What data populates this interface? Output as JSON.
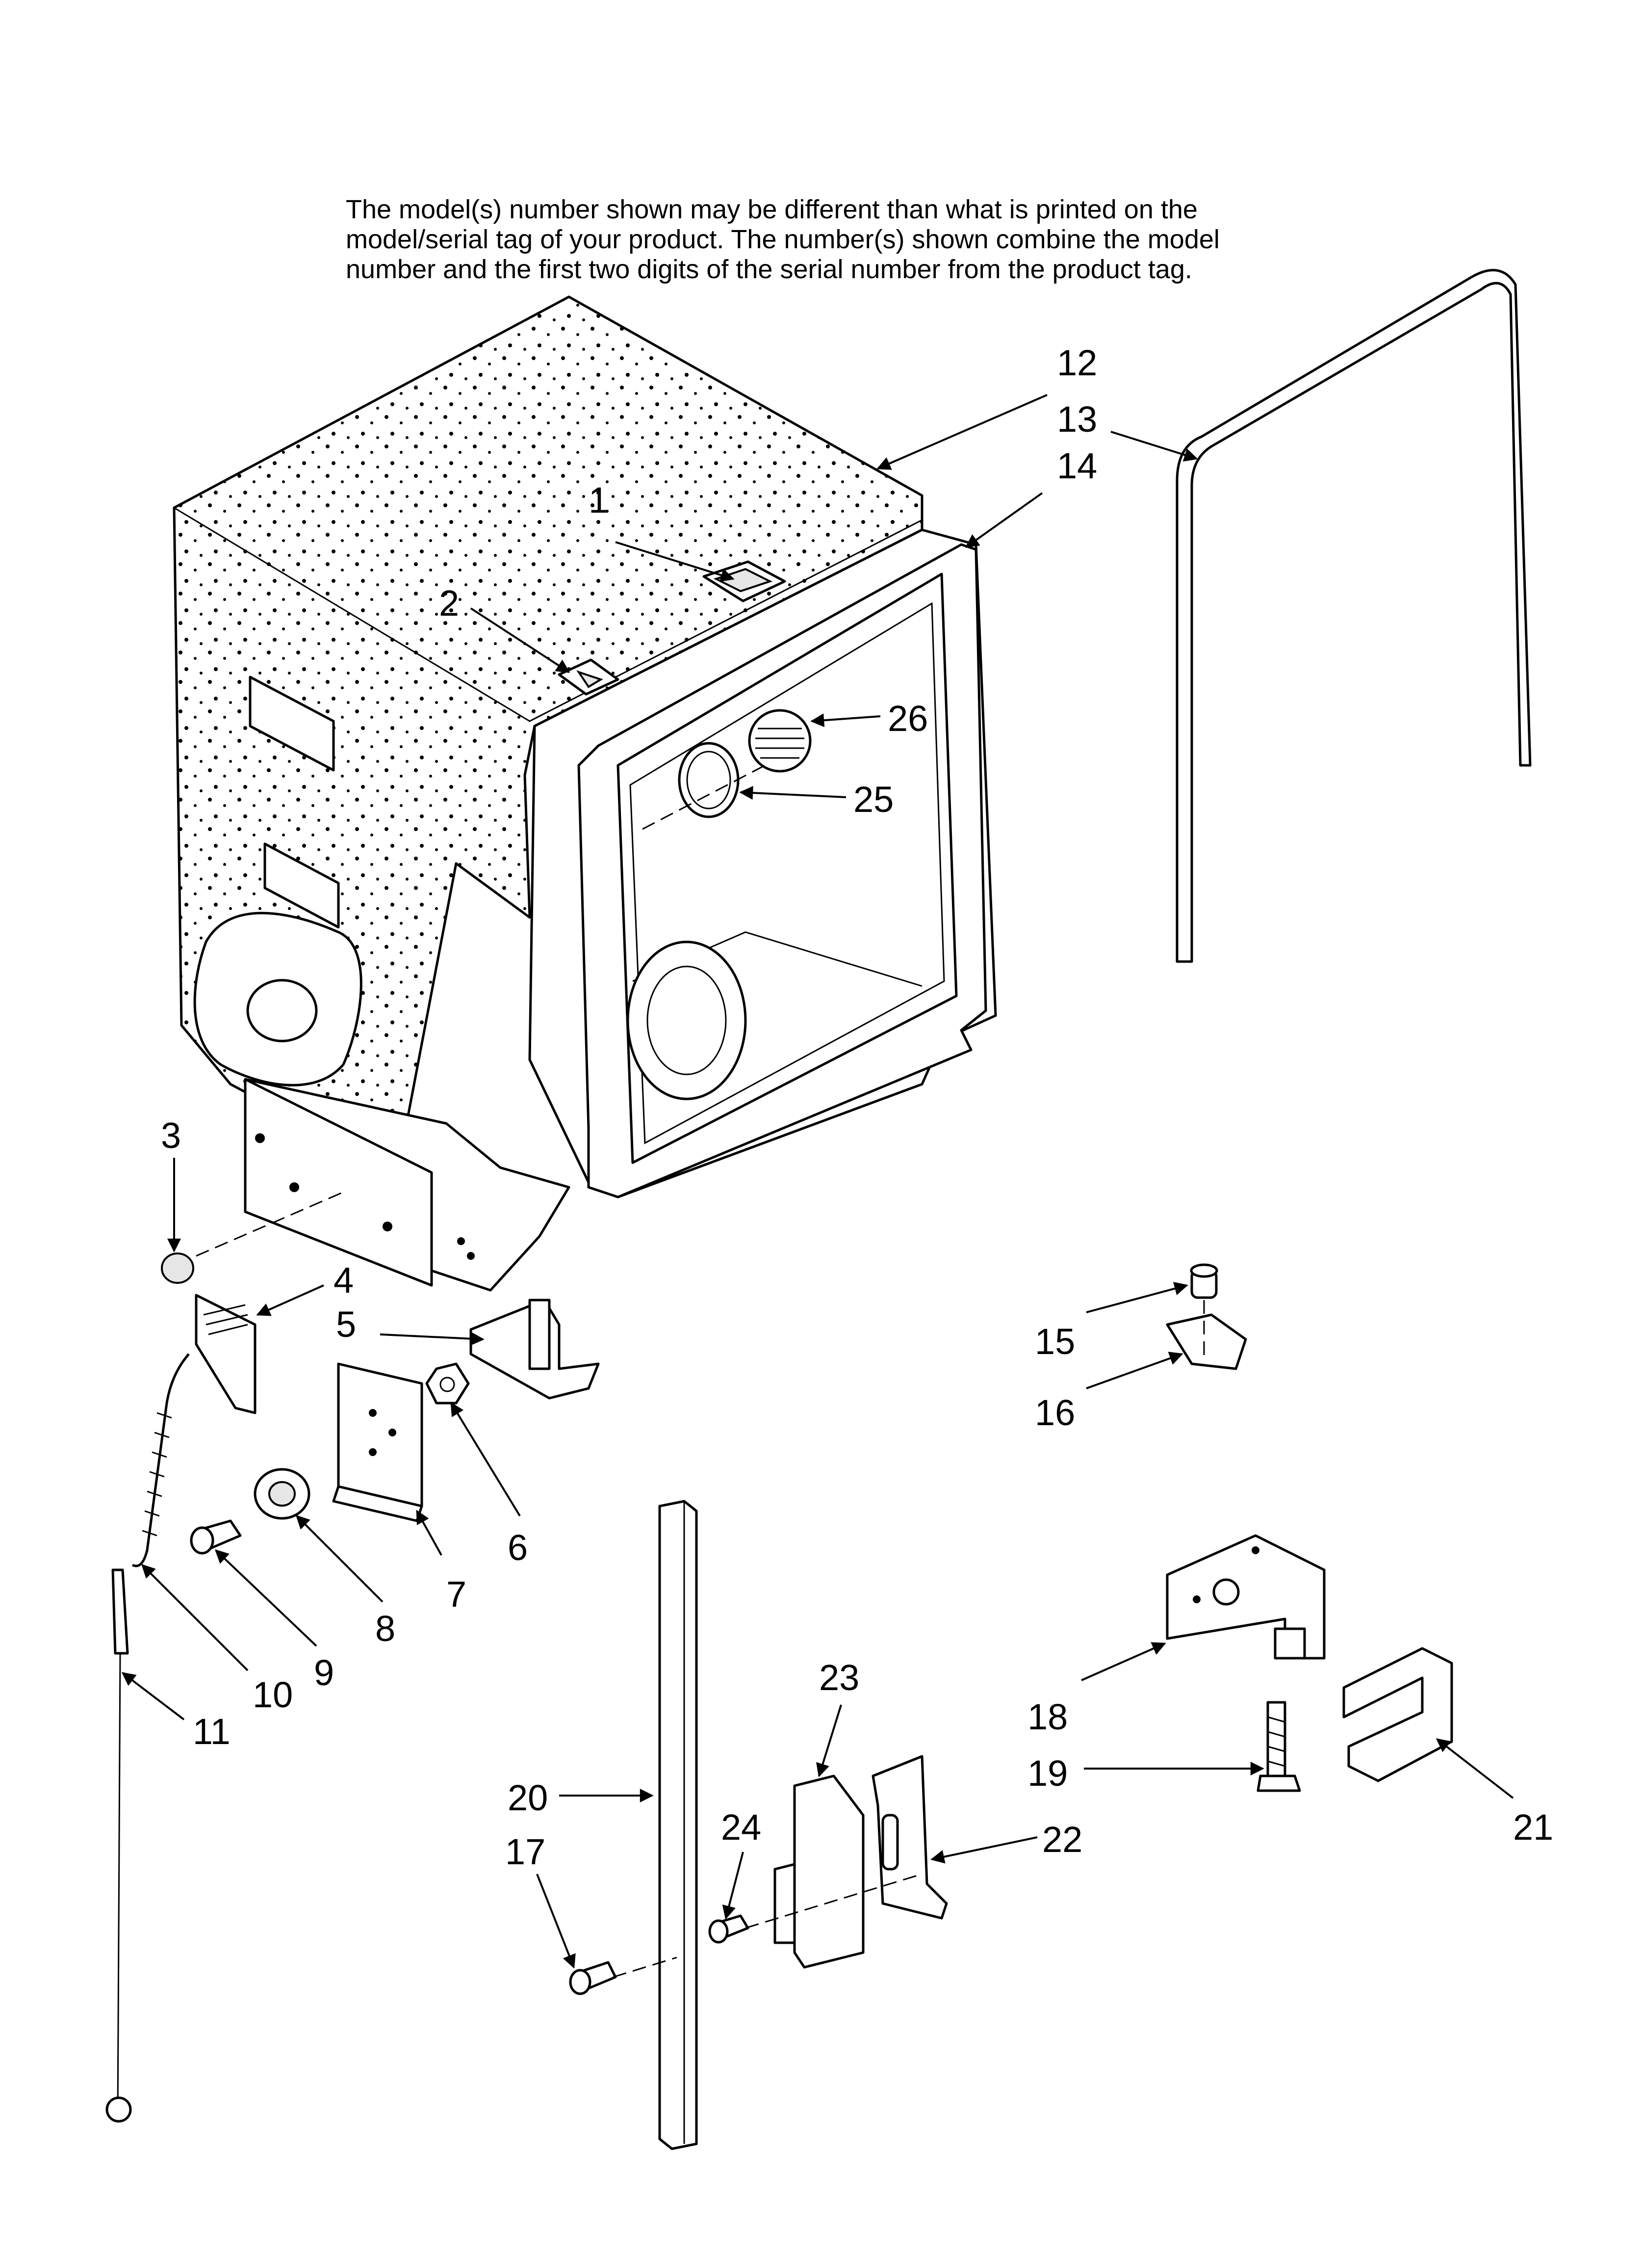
{
  "notice": {
    "lines": [
      "The model(s) number shown may be different than what is printed on the",
      "model/serial tag of your product. The number(s) shown combine the model",
      "number and the first two digits of the serial number from the product tag."
    ]
  },
  "callouts": [
    "1",
    "2",
    "3",
    "4",
    "5",
    "6",
    "7",
    "8",
    "9",
    "10",
    "11",
    "12",
    "13",
    "14",
    "15",
    "16",
    "17",
    "18",
    "19",
    "20",
    "21",
    "22",
    "23",
    "24",
    "25",
    "26"
  ],
  "colors": {
    "ink": "#000000",
    "paper": "#ffffff",
    "shade": "#e6e6e6"
  }
}
